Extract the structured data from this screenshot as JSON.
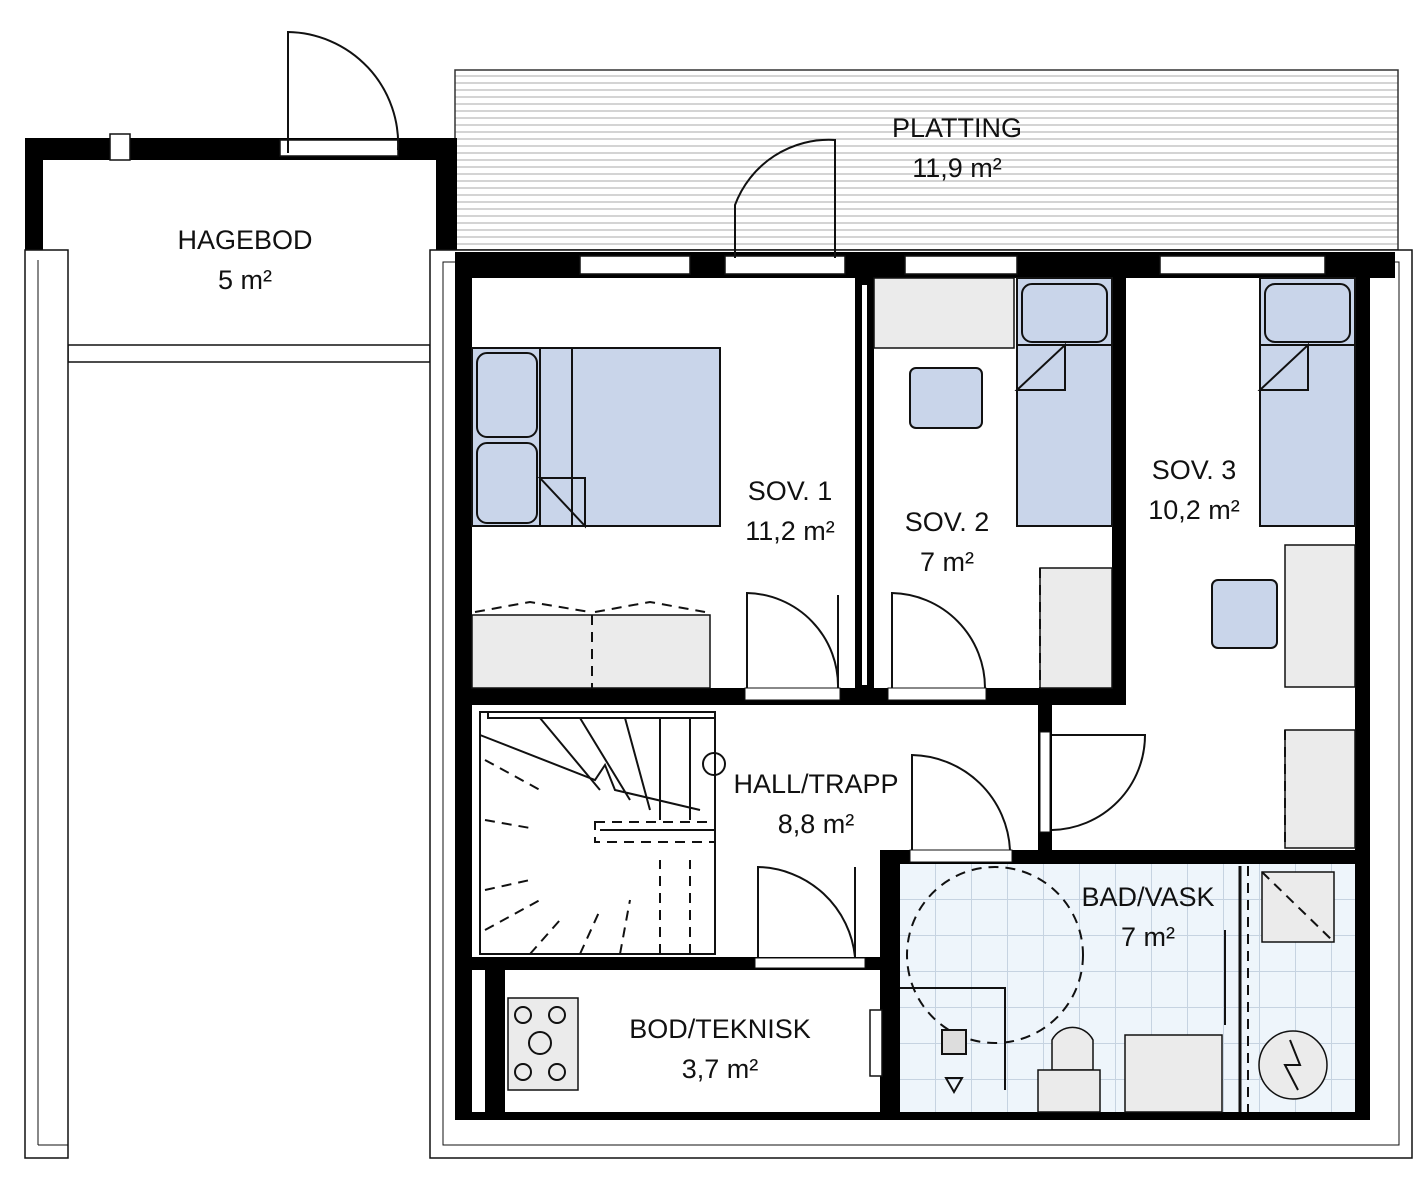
{
  "plan": {
    "colors": {
      "furniture": "#c9d5ea",
      "fixtures": "#ebebeb",
      "bath_tiles": "#eef5fb",
      "walls": "#000000"
    },
    "rooms": [
      {
        "name": "PLATTING",
        "area": "11,9 m²"
      },
      {
        "name": "HAGEBOD",
        "area": "5 m²"
      },
      {
        "name": "SOV. 1",
        "area": "11,2 m²"
      },
      {
        "name": "SOV. 2",
        "area": "7 m²"
      },
      {
        "name": "SOV. 3",
        "area": "10,2 m²"
      },
      {
        "name": "HALL/TRAPP",
        "area": "8,8 m²"
      },
      {
        "name": "BAD/VASK",
        "area": "7 m²"
      },
      {
        "name": "BOD/TEKNISK",
        "area": "3,7 m²"
      }
    ]
  }
}
